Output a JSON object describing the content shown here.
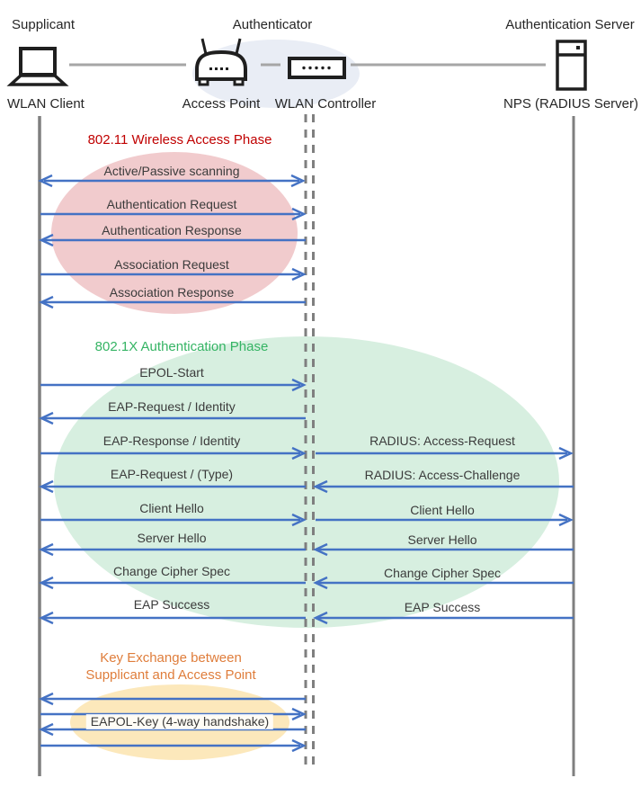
{
  "header": {
    "roles": [
      {
        "label": "Supplicant"
      },
      {
        "label": "Authenticator"
      },
      {
        "label": "Authentication Server"
      }
    ],
    "devices": [
      {
        "label": "WLAN Client",
        "icon": "laptop-icon"
      },
      {
        "label": "Access Point",
        "icon": "access-point-icon"
      },
      {
        "label": "WLAN Controller",
        "icon": "wlan-controller-icon"
      },
      {
        "label": "NPS (RADIUS Server)",
        "icon": "server-icon"
      }
    ]
  },
  "phases": [
    {
      "title": "802.11 Wireless Access Phase",
      "color": "#C00000"
    },
    {
      "title": "802.1X Authentication Phase",
      "color": "#35B464"
    },
    {
      "title": "Key Exchange between Supplicant and Access Point",
      "color": "#DF7D3B"
    }
  ],
  "messages": [
    {
      "label": "Active/Passive scanning",
      "from": "WLAN Client",
      "to": "WLAN Controller",
      "direction": "both"
    },
    {
      "label": "Authentication Request",
      "from": "WLAN Client",
      "to": "WLAN Controller",
      "direction": "right"
    },
    {
      "label": "Authentication Response",
      "from": "WLAN Controller",
      "to": "WLAN Client",
      "direction": "left"
    },
    {
      "label": "Association Request",
      "from": "WLAN Client",
      "to": "WLAN Controller",
      "direction": "right"
    },
    {
      "label": "Association Response",
      "from": "WLAN Controller",
      "to": "WLAN Client",
      "direction": "left"
    },
    {
      "label": "EPOL-Start",
      "from": "WLAN Client",
      "to": "WLAN Controller",
      "direction": "right"
    },
    {
      "label": "EAP-Request / Identity",
      "from": "WLAN Controller",
      "to": "WLAN Client",
      "direction": "left"
    },
    {
      "label": "EAP-Response / Identity",
      "from": "WLAN Client",
      "to": "WLAN Controller",
      "direction": "right"
    },
    {
      "label": "RADIUS: Access-Request",
      "from": "WLAN Controller",
      "to": "NPS (RADIUS Server)",
      "direction": "right"
    },
    {
      "label": "EAP-Request / (Type)",
      "from": "WLAN Controller",
      "to": "WLAN Client",
      "direction": "left"
    },
    {
      "label": "RADIUS: Access-Challenge",
      "from": "NPS (RADIUS Server)",
      "to": "WLAN Controller",
      "direction": "left"
    },
    {
      "label": "Client Hello",
      "from": "WLAN Client",
      "to": "WLAN Controller",
      "direction": "right"
    },
    {
      "label": "Client Hello",
      "from": "WLAN Controller",
      "to": "NPS (RADIUS Server)",
      "direction": "right"
    },
    {
      "label": "Server Hello",
      "from": "WLAN Controller",
      "to": "WLAN Client",
      "direction": "left"
    },
    {
      "label": "Server Hello",
      "from": "NPS (RADIUS Server)",
      "to": "WLAN Controller",
      "direction": "left"
    },
    {
      "label": "Change Cipher Spec",
      "from": "WLAN Controller",
      "to": "WLAN Client",
      "direction": "left"
    },
    {
      "label": "Change Cipher Spec",
      "from": "NPS (RADIUS Server)",
      "to": "WLAN Controller",
      "direction": "left"
    },
    {
      "label": "EAP Success",
      "from": "WLAN Controller",
      "to": "WLAN Client",
      "direction": "left"
    },
    {
      "label": "EAP Success",
      "from": "NPS (RADIUS Server)",
      "to": "WLAN Controller",
      "direction": "left"
    },
    {
      "label": "EAPOL-Key (4-way handshake)",
      "from": "WLAN Client",
      "to": "WLAN Controller",
      "direction": "both"
    }
  ],
  "colors": {
    "arrow": "#4472C4",
    "lifeline": "#7F7F7F",
    "connector": "#A6A6A6",
    "phase1_ellipse": "#F1CBCD",
    "phase2_ellipse": "#D7EFE0",
    "phase3_ellipse": "#FCE8BB",
    "header_ellipse": "#E9EDF5",
    "phase1_title": "#C00000",
    "phase2_title": "#35B464",
    "phase3_title": "#DF7D3B",
    "message_text": "#3B3B3B"
  }
}
